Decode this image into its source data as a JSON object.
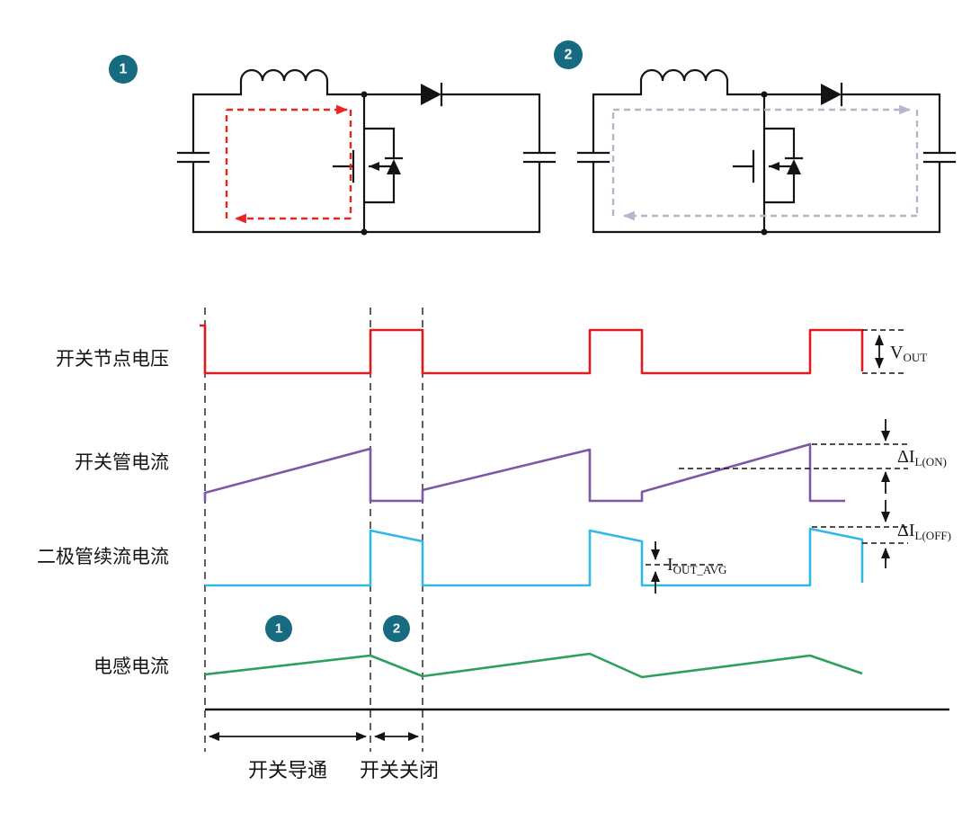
{
  "colors": {
    "badge": "#176b80",
    "wave_red": "#e01b20",
    "wave_purple": "#7e57a5",
    "wave_cyan": "#33b7e6",
    "wave_green": "#2ca05a",
    "loop_red": "#e8251f",
    "loop_gray": "#b9b3cb",
    "circuit": "#141414"
  },
  "circuit_section": {
    "state1": {
      "badge": "1"
    },
    "state2": {
      "badge": "2"
    }
  },
  "waveform_section": {
    "row_labels": {
      "switch_node_voltage": "开关节点电压",
      "switch_current": "开关管电流",
      "diode_current": "二极管续流电流",
      "inductor_current": "电感电流"
    },
    "phase_badges": {
      "on": "1",
      "off": "2"
    },
    "annotations": {
      "vout_main": "V",
      "vout_sub": "OUT",
      "delta_on_main": "ΔI",
      "delta_on_sub": "L(ON)",
      "delta_off_main": "ΔI",
      "delta_off_sub": "L(OFF)",
      "iout_main": "I",
      "iout_sub": "OUT_AVG"
    },
    "timing_labels": {
      "switch_on": "开关导通",
      "switch_off": "开关关闭"
    }
  }
}
